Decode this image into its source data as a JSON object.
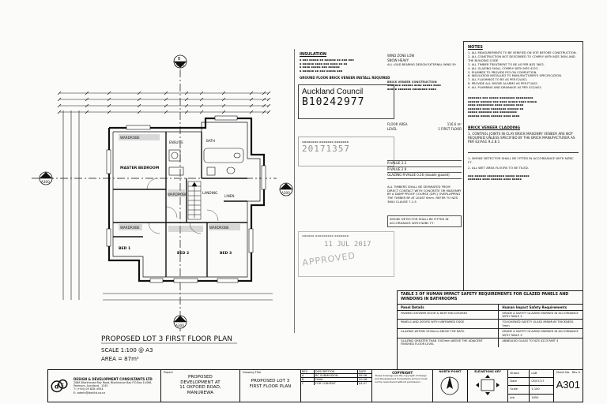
{
  "plan": {
    "title": "PROPOSED LOT 3 FIRST FLOOR  PLAN",
    "scale": "SCALE  1:100 @ A3",
    "area": "AREA = 87m²",
    "section_marks": [
      "A",
      "A",
      "B",
      "B"
    ],
    "section_ref": "A300",
    "rooms": {
      "master_bedroom": "MASTER BEDROOM",
      "wardrobe_1": "WARDROBE",
      "wardrobe_2": "WARDROBE",
      "wardrobe_3": "WARDROBE",
      "wardrobe_4": "WARDROBE",
      "bath": "BATH",
      "bed_1": "BED 1",
      "bed_2": "BED 2",
      "bed_3": "BED 3",
      "landing": "LANDING",
      "ensuite": "ENSUITE",
      "linen": "LINEN"
    }
  },
  "notes": {
    "insulation_heading": "INSULATION",
    "wind_zone": "WIND ZONE   LOW",
    "snow": "SNOW   HEAVY",
    "earthquake": "ALL LOAD BEARING DESIGN  EXTERNAL WIND 59",
    "ground_floor_heading": "GROUND FLOOR BRICK VENEER INSTALL REQUIRED",
    "council_name": "Auckland Council",
    "council_number": "B10242977",
    "stamp_2": "20171357",
    "stamp_3": "APPROVED",
    "stamp_4": "11 JUL 2017",
    "brick_heading": "BRICK VENEER CONSTRUCTION",
    "floor_area_label": "FLOOR AREA",
    "floor_area_value": "116.6 m²",
    "level_label": "LEVEL",
    "level_value": "1 FIRST FLOOR",
    "r_value_1": "R-VALUE   2.2",
    "r_value_2": "R-VALUE   2.9",
    "glazing_value": "GLAZING R-VALUE   0.26 (double glazed)",
    "timber_note": "ALL TIMBERS SHALL BE SEPARATED FROM DIRECT CONTACT WITH CONCRETE OR MASONRY BY A DAMP PROOF COURSE (DPC) OVERLAPPING THE TIMBER BY AT LEAST 6mm. REFER TO NZS 3604 CLAUSE 7.1.5",
    "smoke_note": "SMOKE DETECTOR SHALL BE FITTED IN ACCORDANCE WITH NZBC F7.",
    "general_heading": "NOTES",
    "general_lines": [
      "1.  ALL MEASUREMENTS TO BE VERIFIED ON SITE BEFORE CONSTRUCTION.",
      "2.  ALL CONSTRUCTION NOT DESCRIBED TO COMPLY WITH NZS 3604 AND THE BUILDING CODE.",
      "3.  ALL TIMBER TREATMENT TO BE AS PER NZS 3602.",
      "4.  ALL GLAZING SHALL COMPLY WITH NZS 4223.",
      "5.  PLUMBER TO PROVIDE PS3 ON COMPLETION.",
      "6.  INSULATION INSTALLED TO MANUFACTURER'S SPECIFICATION.",
      "7.  ALL FLASHINGS TO BE AS PER E2/AS1.",
      "8.  PROVIDE ALL SMOKE ALARMS AS PER F7/AS1.",
      "9.  ALL PLUMBING AND DRAINAGE AS PER G13/AS1."
    ],
    "brick_veneer_heading": "BRICK VENEER CLADDING",
    "brick_veneer_lines": [
      "1.  CONTROL JOINTS IN CLAY BRICK MASONRY VENEER ARE NOT REQUIRED UNLESS SPECIFIED BY THE BRICK MANUFACTURER AS PER E2/AS1 9.2.8.1"
    ],
    "smoke_lines": [
      "1.  SMOKE DETECTOR SHALL BE FITTED IN ACCORDANCE WITH NZBC F7.",
      "2.  ALL WET AREA FLOORS TO BE TILED."
    ],
    "safety_heading": "TABLE 3 OF HUMAN IMPACT SAFETY REQUIREMENTS FOR GLAZED PANELS AND WINDOWS IN BATHROOMS",
    "safety_cols": [
      "Panel Details",
      "Human Impact Safety Requirements"
    ],
    "safety_rows": [
      [
        "FRAMED SHOWER DOOR & BATH ENCLOSURES",
        "GRADE A SAFETY GLAZING MARKED IN ACCORDANCE WITH TABLE 3"
      ],
      [
        "PANELS AND DOORS WITH UNFRAMED EDGE",
        "TOUGHENED SAFETY GLASS MINIMUM THICKNESS 5mm"
      ],
      [
        "GLAZING WITHIN 1500mm ABOVE THE BATH",
        "GRADE A SAFETY GLAZING MARKED IN ACCORDANCE WITH TABLE 3"
      ],
      [
        "GLAZING GREATER THAN 1500mm ABOVE THE ADJACENT FINISHED FLOOR LEVEL",
        "ANNEALED GLASS TO NZS 4223 PART 4"
      ]
    ]
  },
  "title_block": {
    "company": "DESIGN & DEVELOPMENT CONSULTANTS LTD",
    "address": "206A Blockhouse Bay Road, Blockhouse Bay P.O.Box 14498, Panmure, Auckland - 1345",
    "phone": "T: (+64) 09 828 4554",
    "email": "E: admin@ddcltd.co.nz",
    "project_label": "Project",
    "project_lines": [
      "PROPOSED",
      "DEVELOPMENT AT",
      "11 OXFORD ROAD,",
      "MANUREWA"
    ],
    "drawing_label": "Drawing Title",
    "drawing_lines": [
      "PROPOSED LOT 3",
      "FIRST FLOOR PLAN"
    ],
    "rev_label": "REV",
    "description_label": "DESCRIPTION",
    "date_label": "DATE",
    "rev_rows": [
      [
        "A",
        "RC SUBMISSION",
        "06.06"
      ],
      [
        "B",
        "FINAL",
        "20.06"
      ],
      [
        "C",
        "FOR CONSENT",
        "04.07"
      ]
    ],
    "copyright_heading": "COPYRIGHT",
    "copyright_text": "These drawings are the copyright of Design and Development Consultants Ltd and must not be reproduced without permission.",
    "north_label": "NORTH POINT",
    "elevations_label": "ELEVATIONS KEY",
    "info_rows": [
      [
        "Drawn",
        "LAB"
      ],
      [
        "Date",
        "05/07/17"
      ],
      [
        "Scale",
        "1:100"
      ],
      [
        "Job",
        "1650"
      ]
    ],
    "sheet_label": "Sheet No.",
    "sheet_number": "A301",
    "rev_current_label": "Rev",
    "rev_current": "A"
  },
  "colors": {
    "ink": "#111111",
    "paper": "#fbfbfa",
    "shade": "#9a9a9a",
    "stamp_red": "#b0392e"
  }
}
